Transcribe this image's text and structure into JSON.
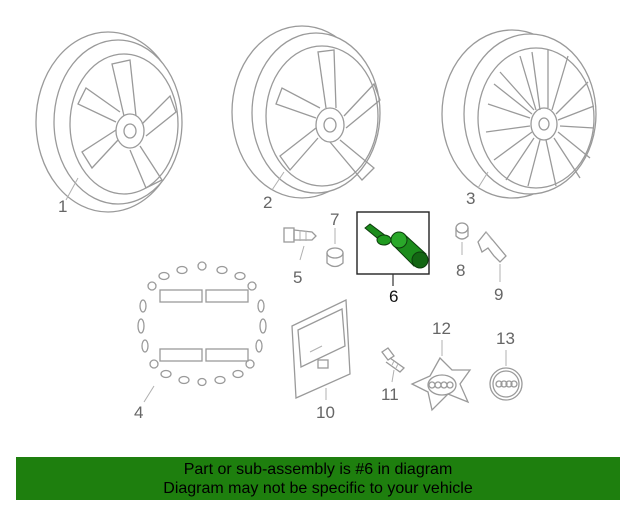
{
  "callouts": {
    "c1": "1",
    "c2": "2",
    "c3": "3",
    "c4": "4",
    "c5": "5",
    "c6": "6",
    "c7": "7",
    "c8": "8",
    "c9": "9",
    "c10": "10",
    "c11": "11",
    "c12": "12",
    "c13": "13"
  },
  "highlight_part": "6",
  "colors": {
    "banner": "#1e7f0e",
    "highlight": "#1c8c1c",
    "linework": "#9a9a9a"
  },
  "banner": {
    "line1": "Part or sub-assembly is #6 in diagram",
    "line2": "Diagram may not be specific to your vehicle"
  }
}
